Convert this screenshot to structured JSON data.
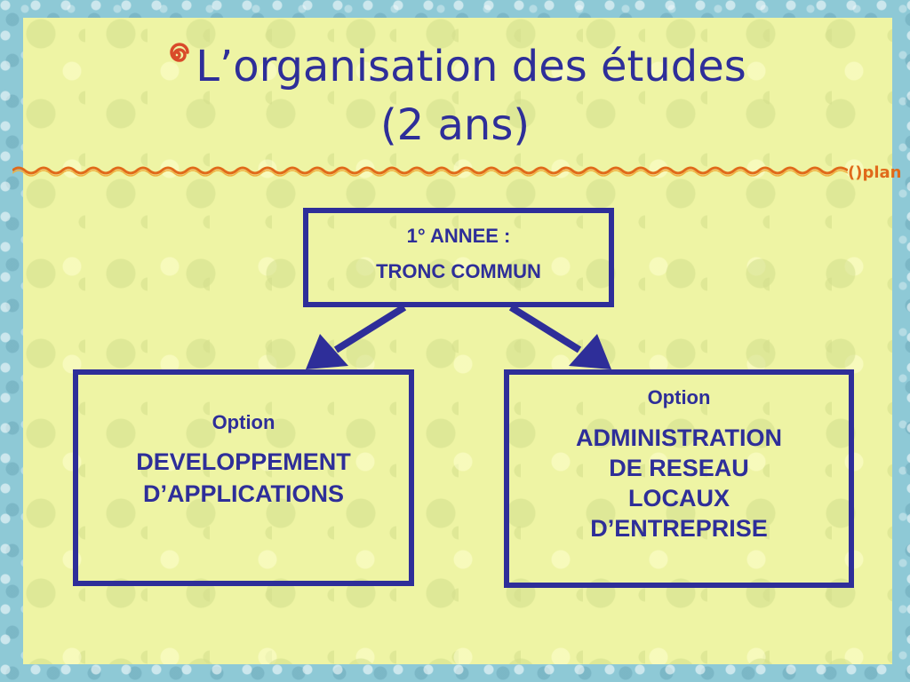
{
  "title": {
    "line1": "L’organisation des études",
    "line2": "(2 ans)"
  },
  "nav": {
    "plan_label": "plan",
    "plan_icon": "bullet-icon"
  },
  "diagram": {
    "top_box": {
      "line1": "1° ANNEE :",
      "line2": "TRONC COMMUN"
    },
    "left_box": {
      "label": "Option",
      "text": "DEVELOPPEMENT\nD’APPLICATIONS"
    },
    "right_box": {
      "label": "Option",
      "text": "ADMINISTRATION\nDE RESEAU\nLOCAUX\nD’ENTREPRISE"
    }
  },
  "colors": {
    "accent": "#2e2e99",
    "slide_background": "#eef4a4",
    "frame_background": "#8ec9d6",
    "divider": "#e06a1a",
    "swirl": "#d94a2a"
  }
}
